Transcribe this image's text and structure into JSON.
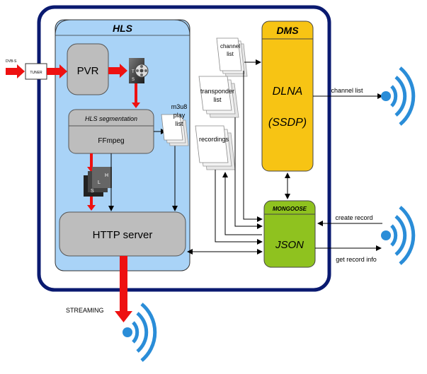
{
  "inputs": {
    "dvb_label": "DVB-S",
    "tuner_label": "TUNER"
  },
  "hls": {
    "title": "HLS"
  },
  "pvr": {
    "label": "PVR"
  },
  "ts_icon": {
    "letters": [
      "T",
      "S"
    ]
  },
  "segmentation": {
    "title": "HLS segmentation",
    "tool": "FFmpeg"
  },
  "hls_icon": {
    "letters": [
      "H",
      "L",
      "S"
    ]
  },
  "http": {
    "label": "HTTP server"
  },
  "files": {
    "m3u8": [
      "m3u8",
      "play",
      "list"
    ],
    "channel": [
      "channel",
      "list"
    ],
    "transponder": [
      "transponder",
      "list"
    ],
    "recordings": [
      "recordings"
    ]
  },
  "dms": {
    "title": "DMS",
    "line1": "DLNA",
    "line2": "(SSDP)"
  },
  "mongoose": {
    "title": "MONGOOSE",
    "label": "JSON"
  },
  "external": {
    "channel_list": "channel list",
    "create_record": "create record",
    "get_record_info": "get record info",
    "streaming": "STREAMING"
  },
  "colors": {
    "outer_border": "#0a1a70",
    "hls_fill": "#a9d3f7",
    "box_gray": "#bdbdbd",
    "dms_fill": "#f7c414",
    "mongoose_fill": "#8fc21f",
    "arrow_red": "#ee1111",
    "wave_blue": "#2a8dd8"
  }
}
